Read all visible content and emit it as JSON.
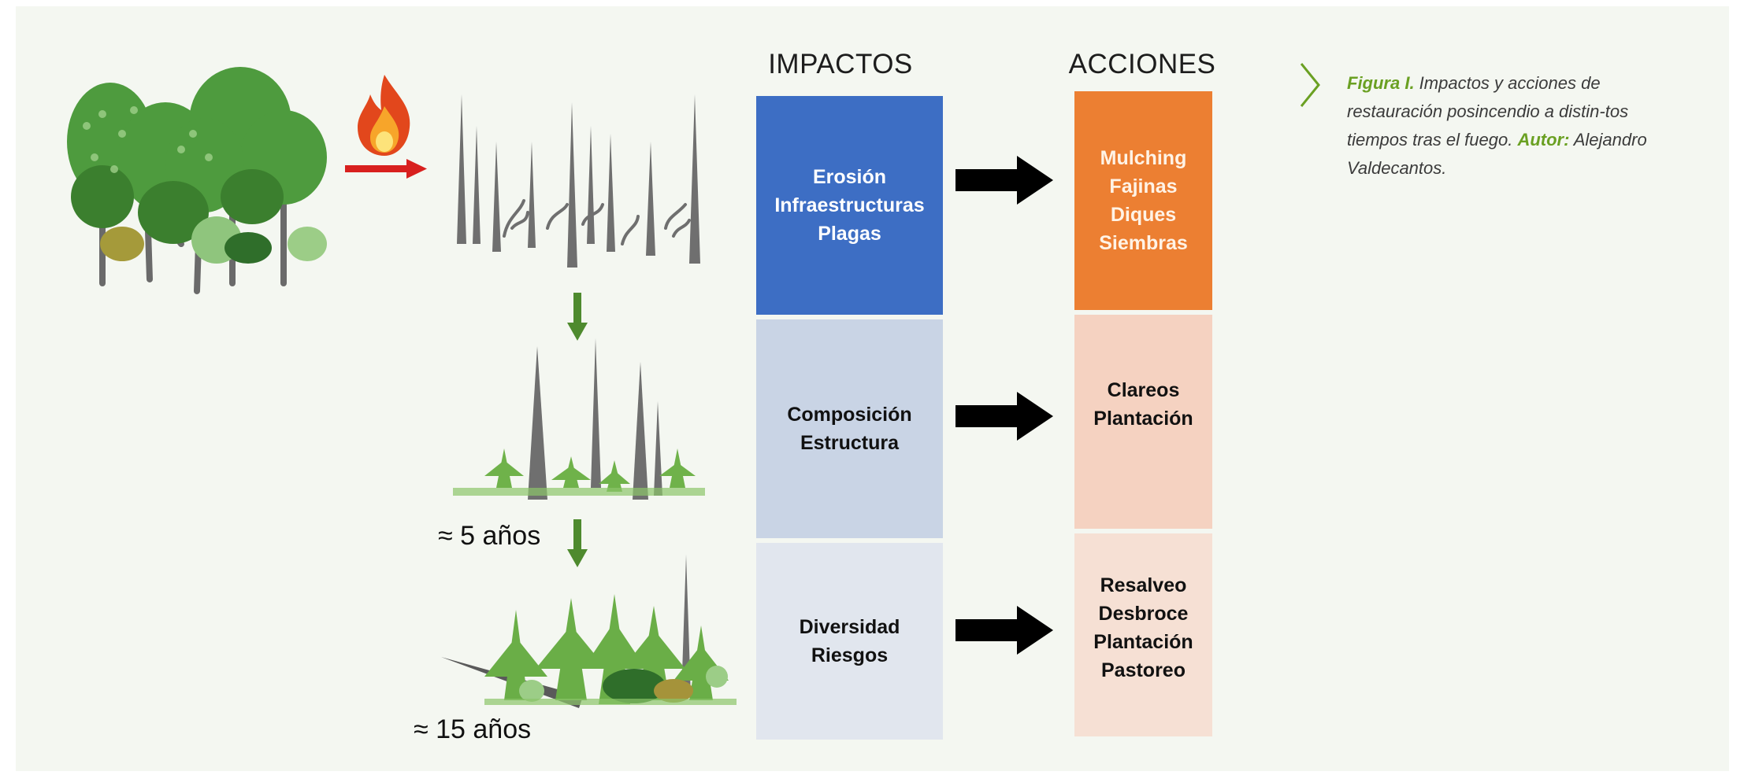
{
  "columns": {
    "impacts_header": "IMPACTOS",
    "actions_header": "ACCIONES"
  },
  "rows": [
    {
      "impacts": [
        "Erosión",
        "Infraestructuras",
        "Plagas"
      ],
      "actions": [
        "Mulching",
        "Fajinas",
        "Diques",
        "Siembras"
      ]
    },
    {
      "impacts": [
        "Composición",
        "Estructura"
      ],
      "actions": [
        "Clareos",
        "Plantación"
      ]
    },
    {
      "impacts": [
        "Diversidad",
        "Riesgos"
      ],
      "actions": [
        "Resalveo",
        "Desbroce",
        "Plantación",
        "Pastoreo"
      ]
    }
  ],
  "time_labels": [
    "≈ 5 años",
    "≈ 15 años"
  ],
  "caption": {
    "figure_label": "Figura I.",
    "text": " Impactos y acciones de restauración posincendio a distin-tos tiempos tras el fuego. ",
    "author_label": "Autor:",
    "author": " Alejandro Valdecantos."
  },
  "colors": {
    "impact_row1": "#3d6ec4",
    "impact_row2": "#c9d4e5",
    "impact_row3": "#e1e6ee",
    "action_row1": "#ec7f32",
    "action_row2": "#f5d2c1",
    "action_row3": "#f6e0d4",
    "accent_green": "#6aa022",
    "fire_arrow": "#d8201e",
    "stage_arrow": "#4e8a2e"
  },
  "icons": [
    "forest-icon",
    "fire-icon",
    "burnt-snags-icon",
    "regrowth-icon",
    "recovered-forest-icon",
    "chevron-right-icon"
  ]
}
